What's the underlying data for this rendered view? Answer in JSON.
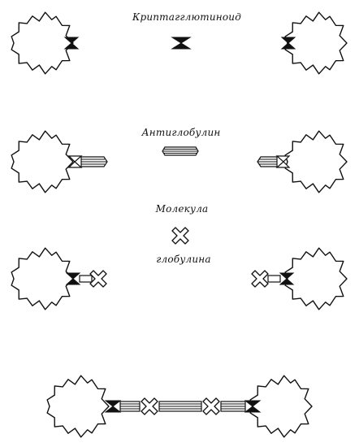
{
  "labels": {
    "cryptagglutinoid": "Криптагглютиноид",
    "antiglobulin": "Антиглобулин",
    "molecule_line1": "Молекула",
    "molecule_line2": "глобулина"
  }
}
